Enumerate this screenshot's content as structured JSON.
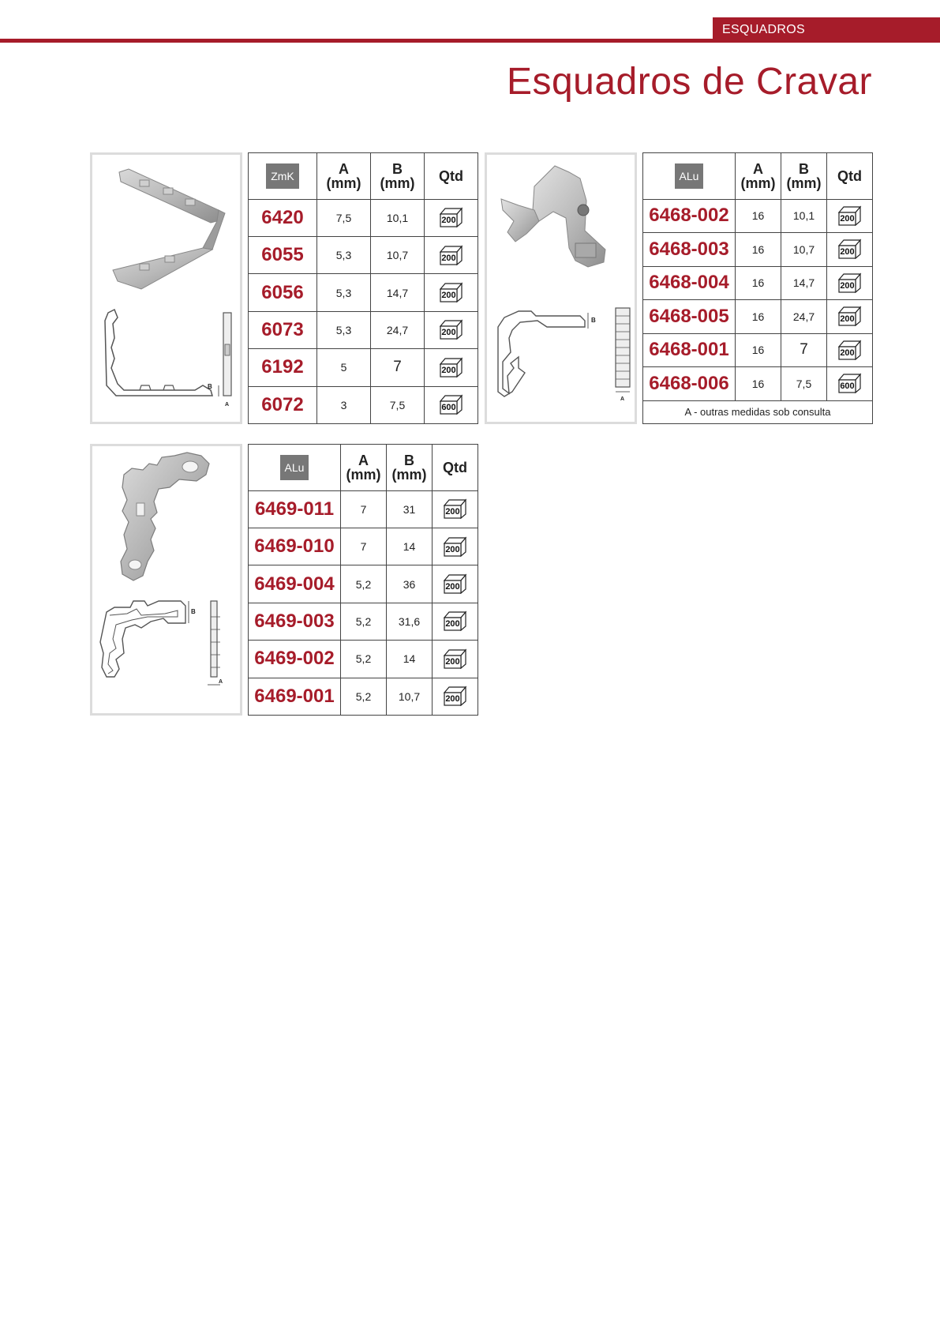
{
  "header": {
    "section_tag": "ESQUADROS",
    "title": "Esquadros de Cravar",
    "accent_color": "#a61c2a"
  },
  "tables": [
    {
      "material": "ZmK",
      "columns": [
        "A\n(mm)",
        "B\n(mm)",
        "Qtd"
      ],
      "rows": [
        {
          "code": "6420",
          "a": "7,5",
          "b": "10,1",
          "qtd": "200"
        },
        {
          "code": "6055",
          "a": "5,3",
          "b": "10,7",
          "qtd": "200"
        },
        {
          "code": "6056",
          "a": "5,3",
          "b": "14,7",
          "qtd": "200"
        },
        {
          "code": "6073",
          "a": "5,3",
          "b": "24,7",
          "qtd": "200"
        },
        {
          "code": "6192",
          "a": "5",
          "b": "7",
          "qtd": "200"
        },
        {
          "code": "6072",
          "a": "3",
          "b": "7,5",
          "qtd": "600"
        }
      ]
    },
    {
      "material": "ALu",
      "columns": [
        "A\n(mm)",
        "B\n(mm)",
        "Qtd"
      ],
      "rows": [
        {
          "code": "6468-002",
          "a": "16",
          "b": "10,1",
          "qtd": "200"
        },
        {
          "code": "6468-003",
          "a": "16",
          "b": "10,7",
          "qtd": "200"
        },
        {
          "code": "6468-004",
          "a": "16",
          "b": "14,7",
          "qtd": "200"
        },
        {
          "code": "6468-005",
          "a": "16",
          "b": "24,7",
          "qtd": "200"
        },
        {
          "code": "6468-001",
          "a": "16",
          "b": "7",
          "qtd": "200"
        },
        {
          "code": "6468-006",
          "a": "16",
          "b": "7,5",
          "qtd": "600"
        }
      ],
      "note": "A - outras medidas sob consulta"
    },
    {
      "material": "ALu",
      "columns": [
        "A\n(mm)",
        "B\n(mm)",
        "Qtd"
      ],
      "rows": [
        {
          "code": "6469-011",
          "a": "7",
          "b": "31",
          "qtd": "200"
        },
        {
          "code": "6469-010",
          "a": "7",
          "b": "14",
          "qtd": "200"
        },
        {
          "code": "6469-004",
          "a": "5,2",
          "b": "36",
          "qtd": "200"
        },
        {
          "code": "6469-003",
          "a": "5,2",
          "b": "31,6",
          "qtd": "200"
        },
        {
          "code": "6469-002",
          "a": "5,2",
          "b": "14",
          "qtd": "200"
        },
        {
          "code": "6469-001",
          "a": "5,2",
          "b": "10,7",
          "qtd": "200"
        }
      ]
    }
  ],
  "diagram_labels": {
    "a": "A",
    "b": "B"
  }
}
